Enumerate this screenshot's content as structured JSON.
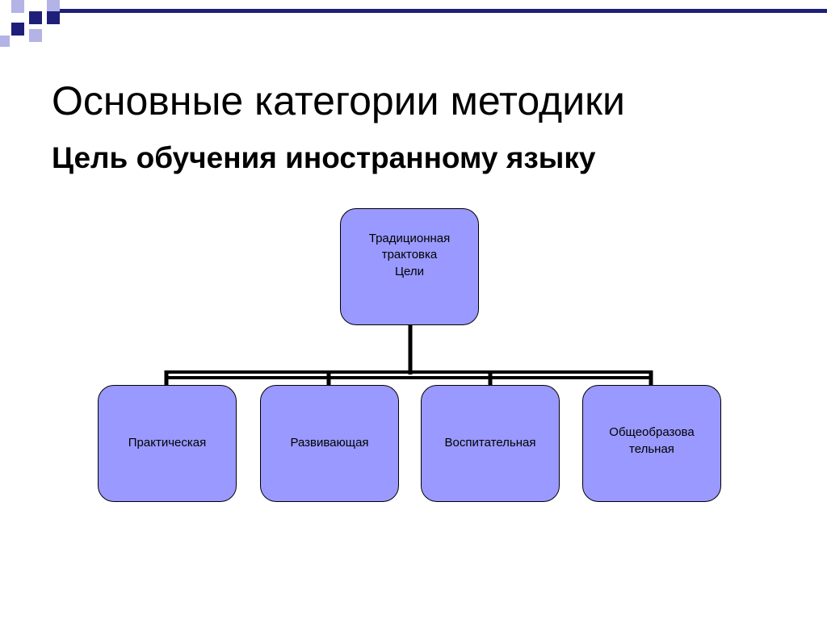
{
  "slide": {
    "title": "Основные категории методики",
    "subtitle": "Цель обучения иностранному языку"
  },
  "diagram": {
    "root": {
      "label": "Традиционная\nтрактовка\nЦели"
    },
    "children": [
      {
        "label": "Практическая"
      },
      {
        "label": "Развивающая"
      },
      {
        "label": "Воспитательная"
      },
      {
        "label": "Общеобразова\nтельная"
      }
    ]
  },
  "colors": {
    "node_fill": "#9999ff",
    "connector": "#000000",
    "deco_navy": "#1f1f7a",
    "deco_lavender": "#b3b3e6"
  }
}
